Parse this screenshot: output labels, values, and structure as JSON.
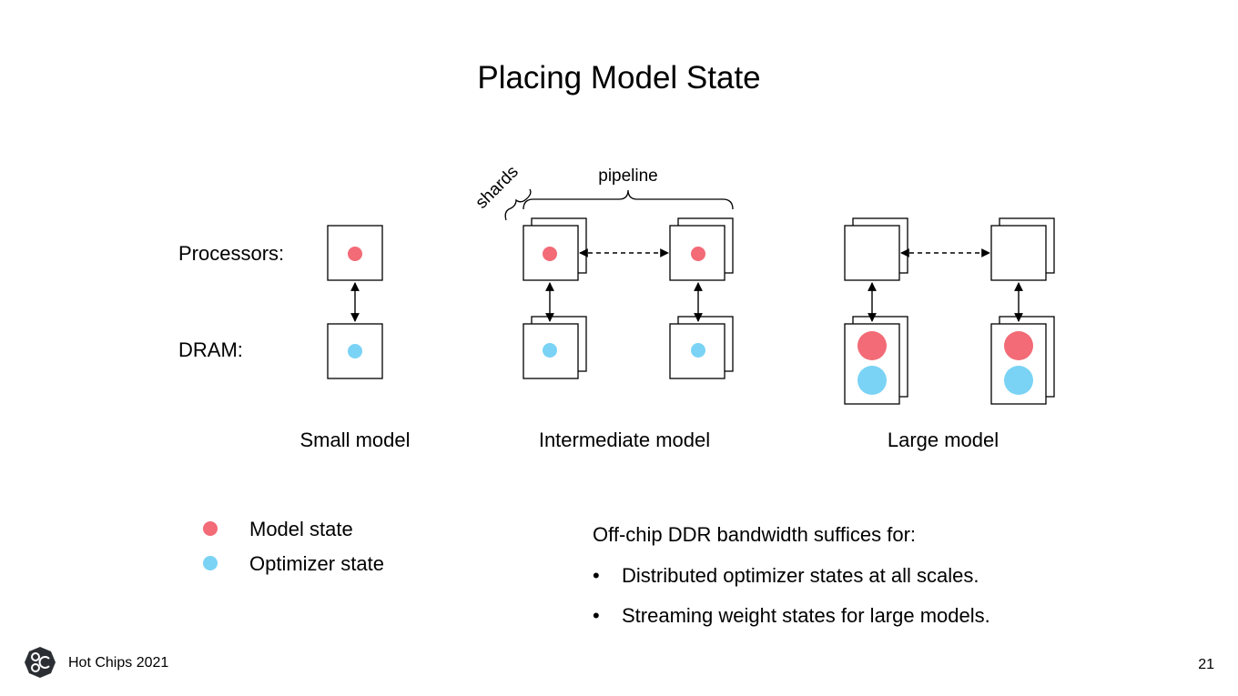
{
  "slide": {
    "title": "Placing Model State",
    "page_number": "21"
  },
  "diagram": {
    "row_labels": {
      "processors": "Processors:",
      "dram": "DRAM:"
    },
    "annotations": {
      "shards": "shards",
      "pipeline": "pipeline"
    },
    "captions": {
      "small": "Small model",
      "intermediate": "Intermediate model",
      "large": "Large model"
    },
    "colors": {
      "model_state": "#f26b77",
      "optimizer_state": "#7ad3f5"
    }
  },
  "legend": {
    "items": [
      {
        "label": "Model state",
        "color": "#f26b77"
      },
      {
        "label": "Optimizer state",
        "color": "#7ad3f5"
      }
    ]
  },
  "notes": {
    "heading": "Off-chip DDR bandwidth suffices for:",
    "bullets": [
      "Distributed optimizer states at all scales.",
      "Streaming weight states for large models."
    ],
    "bullet_glyph": "•"
  },
  "footer": {
    "text": "Hot Chips 2021",
    "logo_icon": "graphcore-logo-icon"
  }
}
